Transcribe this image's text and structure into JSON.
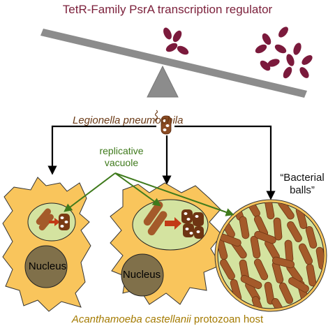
{
  "title": "TetR-Family PsrA transcription regulator",
  "organism": "Legionella pneumophila",
  "vacuole_label": "replicative vacuole",
  "vacuole_label_lines": [
    "replicative",
    "vacuole"
  ],
  "balls_label_lines": [
    "“Bacterial",
    "balls”"
  ],
  "nucleus_label": "Nucleus",
  "host": {
    "species": "Acanthamoeba castellanii",
    "suffix": " protozoan host"
  },
  "colors": {
    "title": "#7b1f3a",
    "petal": "#7b1a3c",
    "beam": "#8c8c8c",
    "amoeba": "#f9c55c",
    "vacuole": "#d4e3a0",
    "bacterium": "#a45a2a",
    "nucleus": "#80704a",
    "green_arrow": "#3f7a1c",
    "host_text": "#a47a00",
    "organism_text": "#6b3a16"
  }
}
